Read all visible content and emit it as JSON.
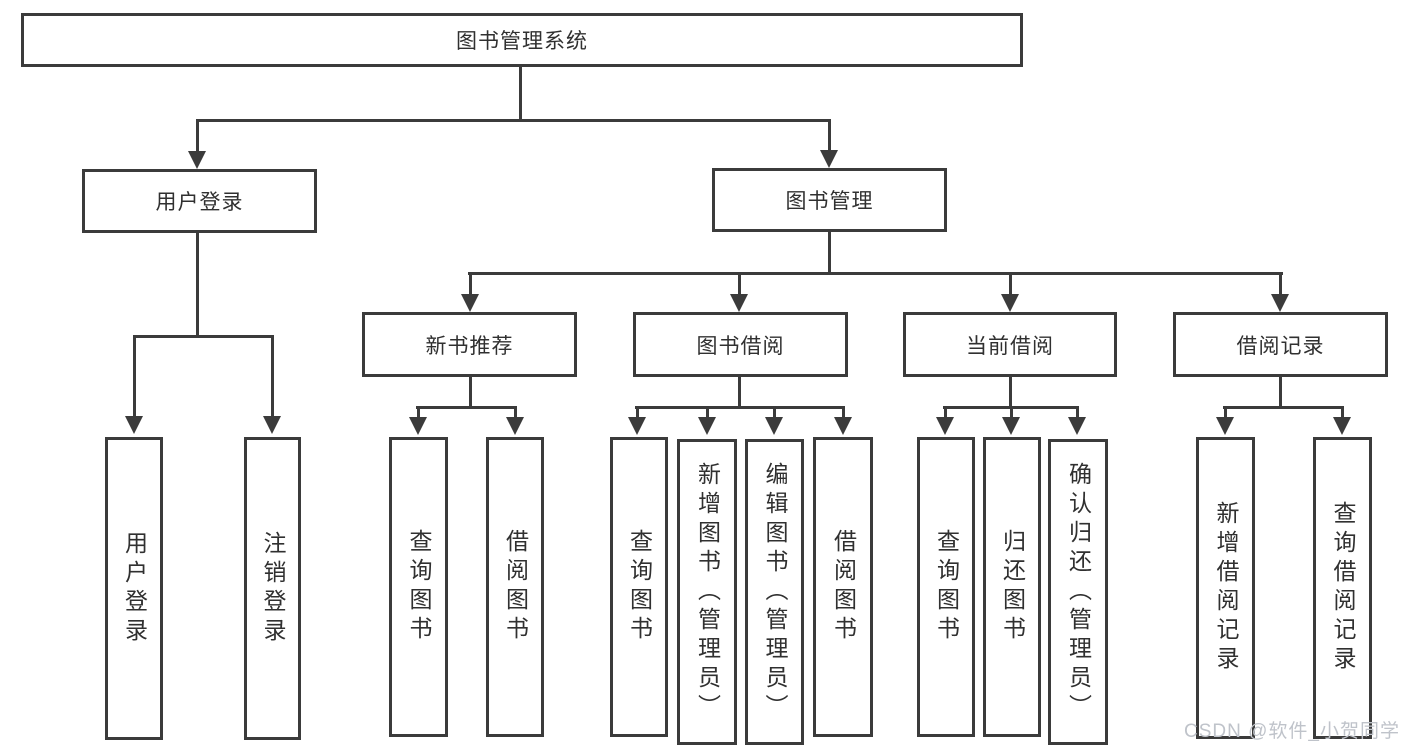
{
  "title": "图书管理系统",
  "colors": {
    "line": "#3b3b3b",
    "text": "#303030",
    "background": "#ffffff",
    "watermark": "#bfc3ca"
  },
  "level2": {
    "user_login": "用户登录",
    "book_management": "图书管理"
  },
  "level3": {
    "new_books": "新书推荐",
    "book_borrow": "图书借阅",
    "current_borrow": "当前借阅",
    "borrow_records": "借阅记录"
  },
  "leaves": {
    "user": [
      "用户登录",
      "注销登录"
    ],
    "new_books": [
      "查询图书",
      "借阅图书"
    ],
    "book_borrow": [
      "查询图书",
      "新增图书（管理员）",
      "编辑图书（管理员）",
      "借阅图书"
    ],
    "current_borrow": [
      "查询图书",
      "归还图书",
      "确认归还（管理员）"
    ],
    "borrow_records": [
      "新增借阅记录",
      "查询借阅记录"
    ]
  },
  "watermark": "CSDN @软件_小贺同学"
}
